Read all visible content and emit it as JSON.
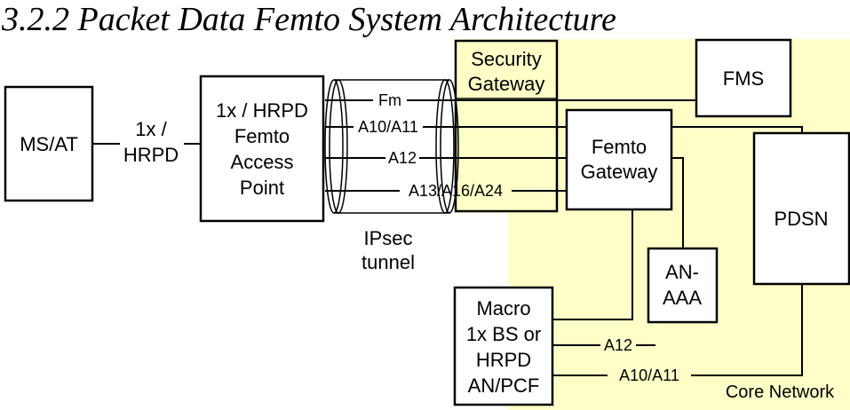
{
  "title": "3.2.2   Packet Data Femto System Architecture",
  "colors": {
    "core_fill": "#ffffc8",
    "stroke": "#000000"
  },
  "nodes": {
    "ms": [
      "MS/AT"
    ],
    "fap": [
      "1x / HRPD",
      "Femto",
      "Access",
      "Point"
    ],
    "sgw": [
      "Security",
      "Gateway"
    ],
    "fms": [
      "FMS"
    ],
    "fgw": [
      "Femto",
      "Gateway"
    ],
    "pdsn": [
      "PDSN"
    ],
    "aaa": [
      "AN-",
      "AAA"
    ],
    "macro": [
      "Macro",
      "1x BS or",
      "HRPD",
      "AN/PCF"
    ]
  },
  "labels": {
    "air_iface": [
      "1x /",
      "HRPD"
    ],
    "tunnel": [
      "IPsec",
      "tunnel"
    ],
    "core_network": "Core Network",
    "fm": "Fm",
    "a10_a11": "A10/A11",
    "a12": "A12",
    "a13_a16_a24": "A13/A16/A24",
    "macro_a12": "A12",
    "macro_a10_a11": "A10/A11"
  }
}
